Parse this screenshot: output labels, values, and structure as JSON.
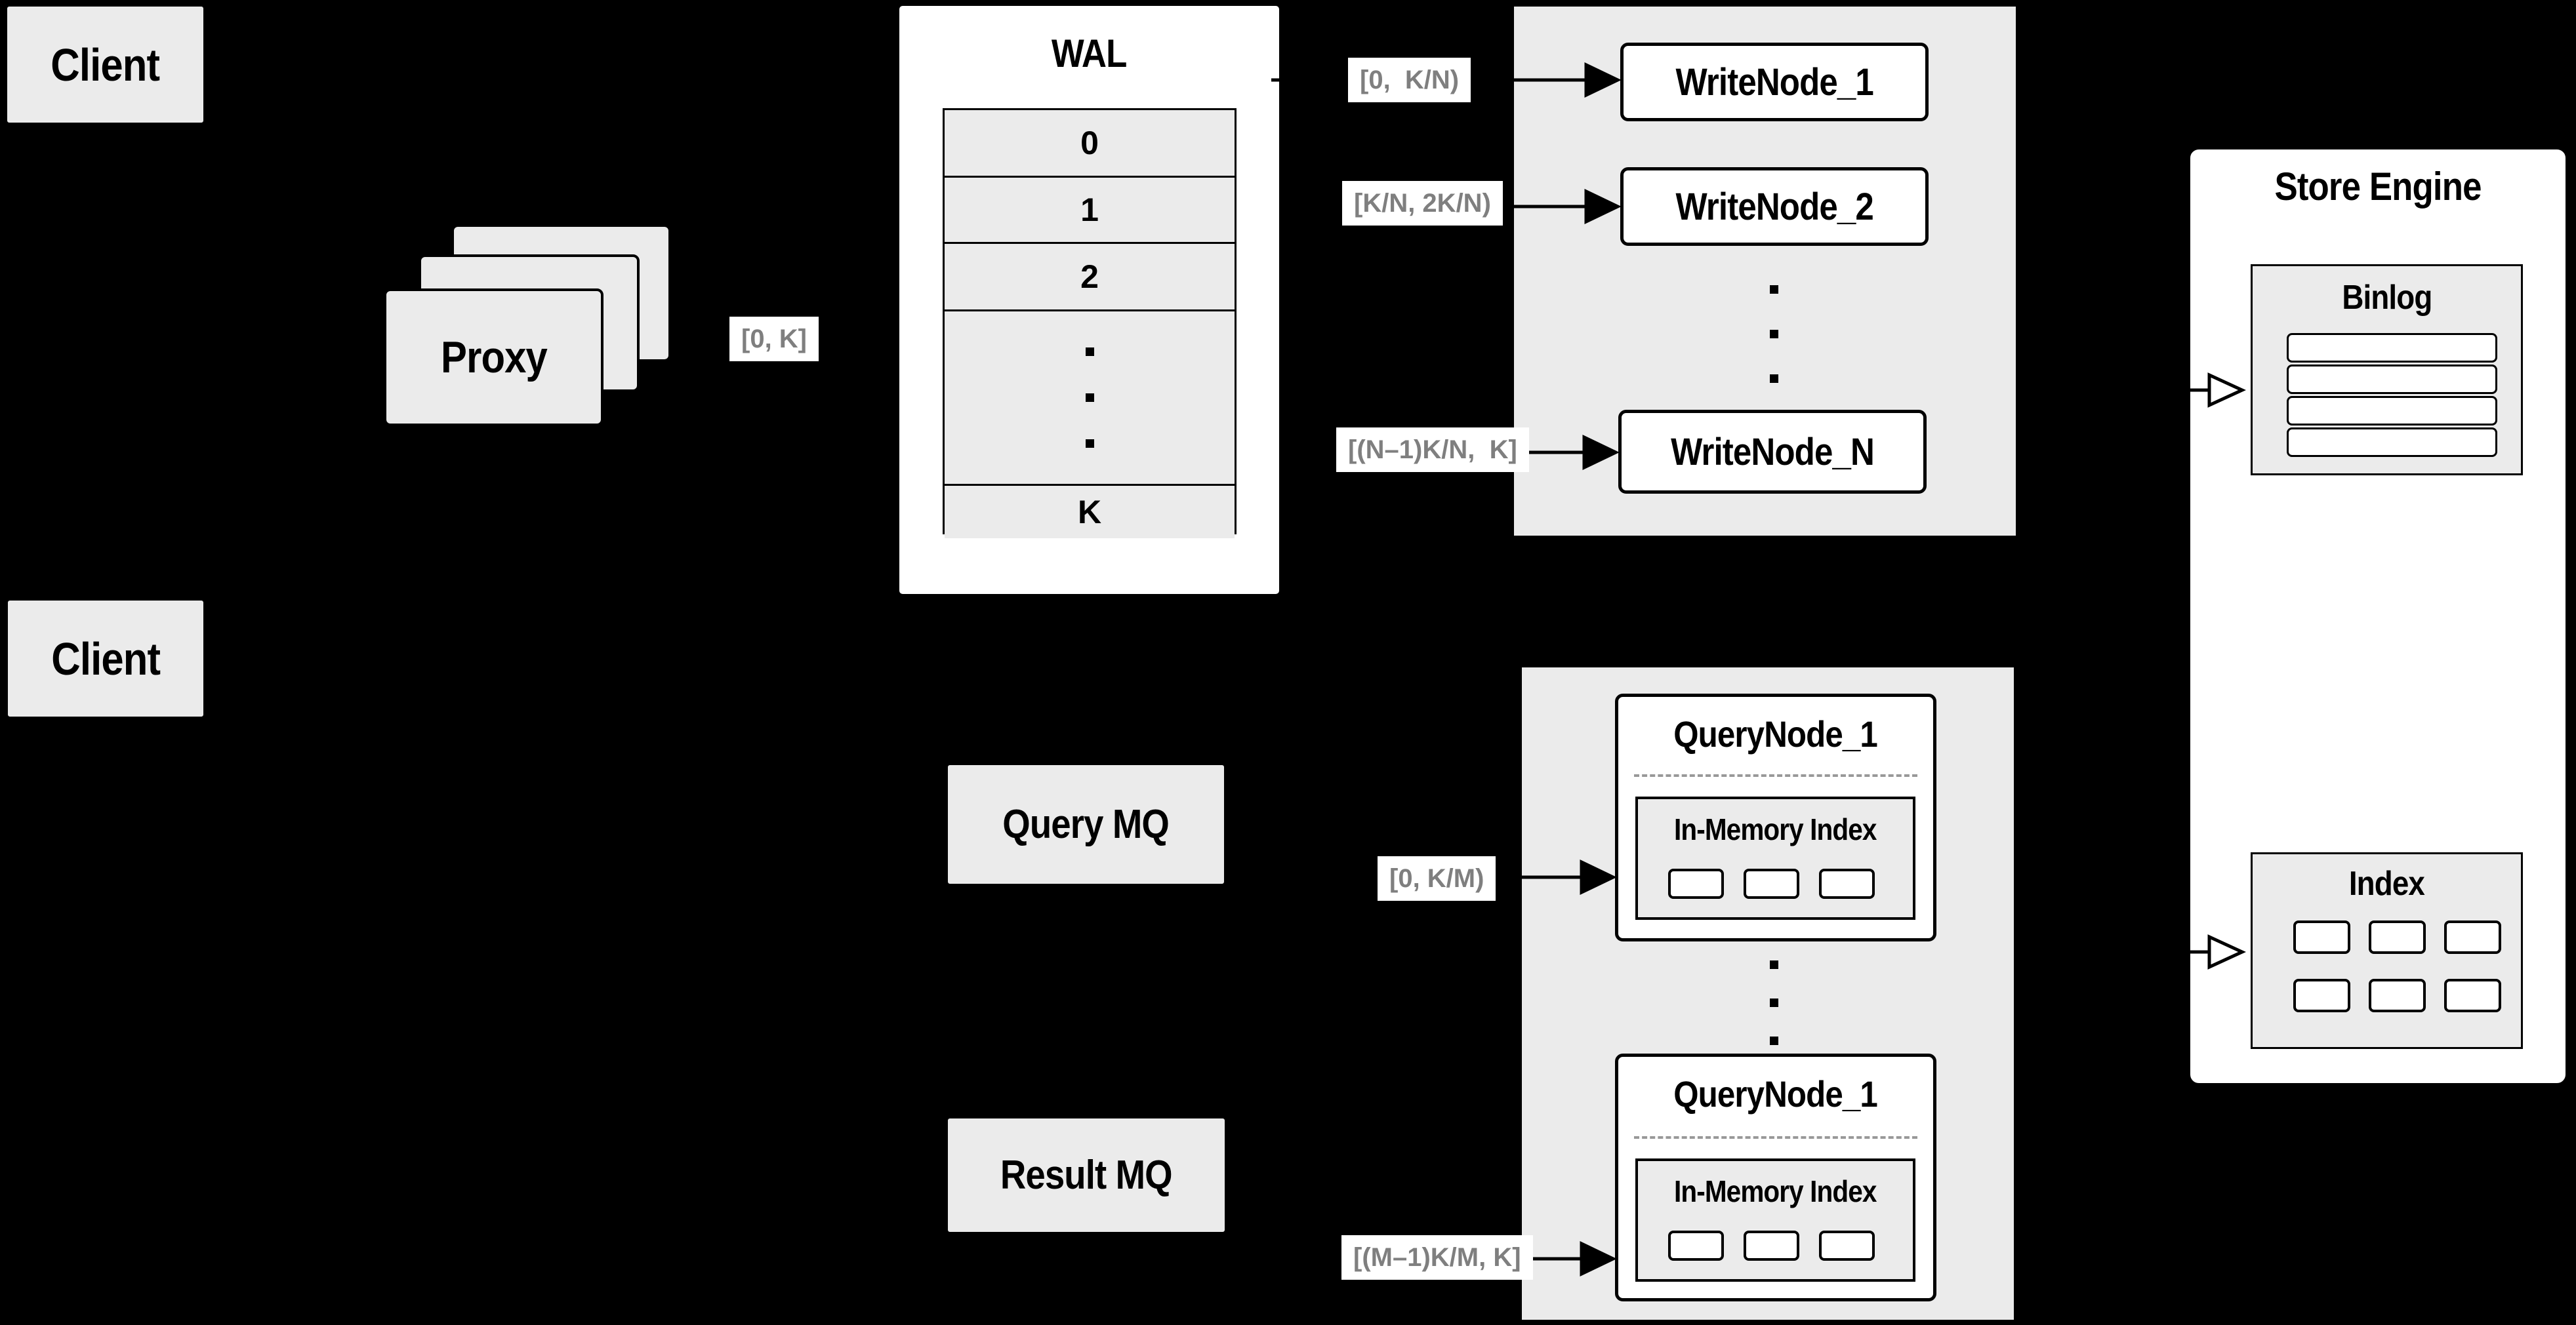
{
  "title": "Vector database log-based write/query architecture diagram",
  "colors": {
    "background": "#000000",
    "panel_gray": "#ebebeb",
    "surface_white": "#ffffff",
    "line_black": "#000000",
    "chip_text_gray": "#7f7f7f",
    "divider_gray": "#999999"
  },
  "clients": {
    "top_label": "Client",
    "bottom_label": "Client"
  },
  "proxy": {
    "label": "Proxy"
  },
  "wal": {
    "title": "WAL",
    "rows": [
      "0",
      "1",
      "2"
    ],
    "last_row": "K"
  },
  "chips": {
    "proxy_to_wal": "[0, K]",
    "write_node_1": "[0,  K/N)",
    "write_node_2": "[K/N, 2K/N)",
    "write_node_n": "[(N–1)K/N,  K]",
    "query_node_1": "[0, K/M)",
    "query_node_m": "[(M–1)K/M, K]"
  },
  "write_nodes": {
    "node_1": "WriteNode_1",
    "node_2": "WriteNode_2",
    "node_n": "WriteNode_N"
  },
  "message_queues": {
    "query": "Query MQ",
    "result": "Result MQ"
  },
  "query_nodes": {
    "top": {
      "title": "QueryNode_1",
      "index_title": "In-Memory Index"
    },
    "bottom": {
      "title": "QueryNode_1",
      "index_title": "In-Memory Index"
    }
  },
  "store_engine": {
    "title": "Store Engine",
    "binlog_title": "Binlog",
    "index_title": "Index"
  }
}
